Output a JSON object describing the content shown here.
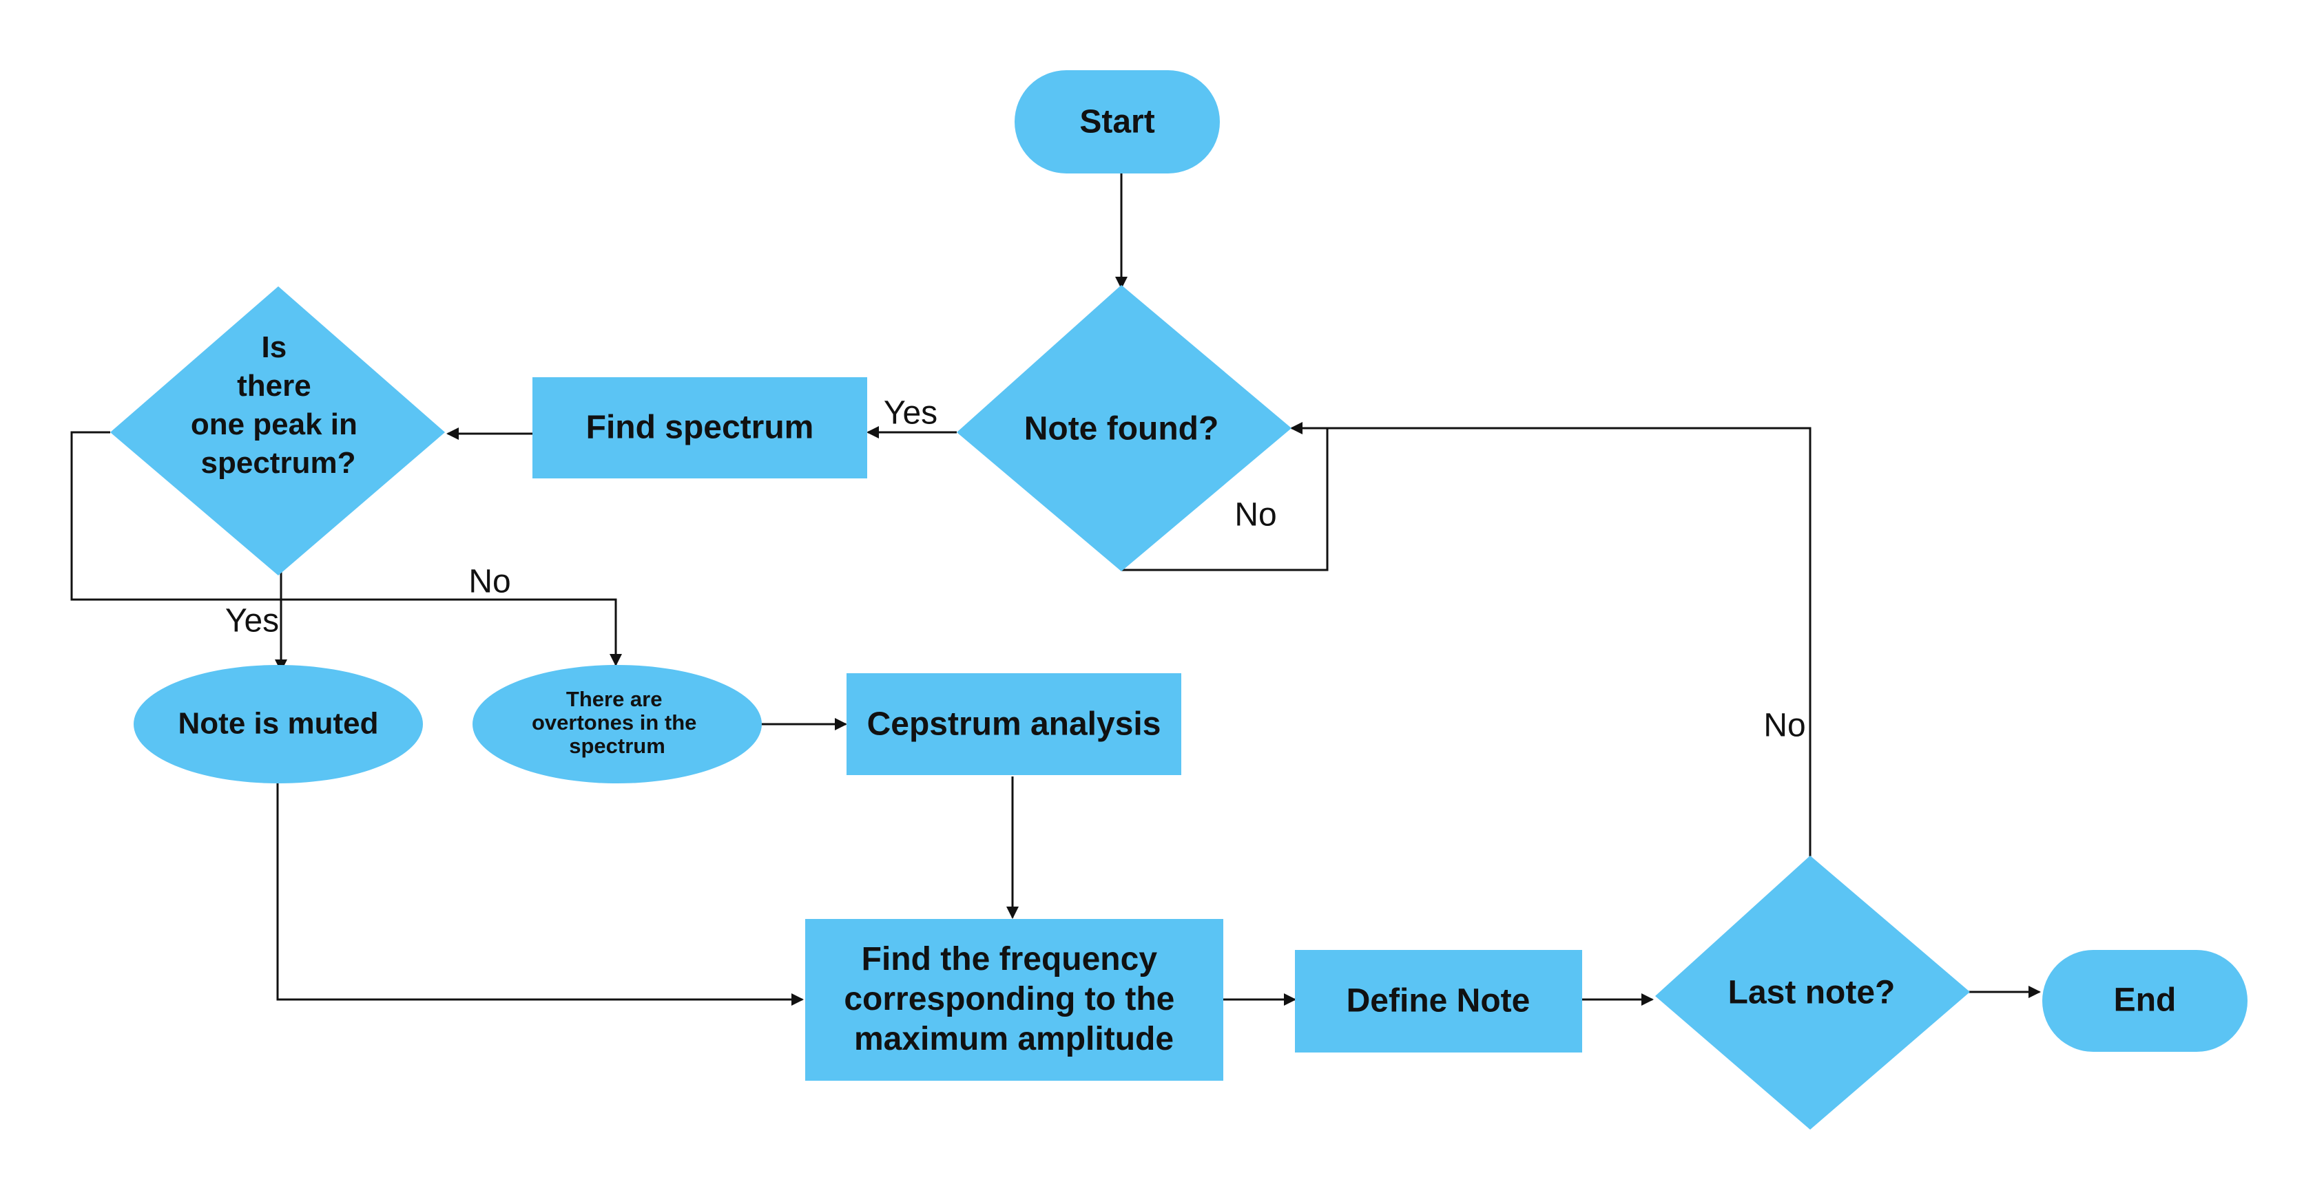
{
  "colors": {
    "shape_fill": "#5bc4f4",
    "line": "#111111",
    "text": "#111111",
    "background": "#ffffff"
  },
  "nodes": {
    "start": {
      "label": "Start",
      "shape": "terminal"
    },
    "note_found": {
      "label": "Note found?",
      "shape": "decision"
    },
    "find_spectrum": {
      "label": "Find spectrum",
      "shape": "process"
    },
    "one_peak": {
      "label_lines": [
        "Is",
        "there",
        "one peak in",
        "spectrum?"
      ],
      "shape": "decision"
    },
    "note_muted": {
      "label": "Note is muted",
      "shape": "ellipse"
    },
    "overtones": {
      "label_lines": [
        "There are",
        "overtones in the",
        "spectrum"
      ],
      "shape": "ellipse"
    },
    "cepstrum": {
      "label": "Cepstrum analysis",
      "shape": "process"
    },
    "find_frequency": {
      "label_lines": [
        "Find the frequency",
        "corresponding to the",
        "maximum amplitude"
      ],
      "shape": "process"
    },
    "define_note": {
      "label": "Define Note",
      "shape": "process"
    },
    "last_note": {
      "label": "Last note?",
      "shape": "decision"
    },
    "end": {
      "label": "End",
      "shape": "terminal"
    }
  },
  "edge_labels": {
    "note_found_yes": "Yes",
    "note_found_no": "No",
    "one_peak_yes": "Yes",
    "one_peak_no": "No",
    "last_note_no": "No"
  },
  "edges": [
    {
      "from": "start",
      "to": "note_found"
    },
    {
      "from": "note_found",
      "to": "find_spectrum",
      "label": "Yes"
    },
    {
      "from": "note_found",
      "to": "note_found",
      "label": "No"
    },
    {
      "from": "find_spectrum",
      "to": "one_peak"
    },
    {
      "from": "one_peak",
      "to": "note_muted",
      "label": "Yes"
    },
    {
      "from": "one_peak",
      "to": "overtones",
      "label": "No"
    },
    {
      "from": "overtones",
      "to": "cepstrum"
    },
    {
      "from": "cepstrum",
      "to": "find_frequency"
    },
    {
      "from": "note_muted",
      "to": "find_frequency"
    },
    {
      "from": "find_frequency",
      "to": "define_note"
    },
    {
      "from": "define_note",
      "to": "last_note"
    },
    {
      "from": "last_note",
      "to": "end"
    },
    {
      "from": "last_note",
      "to": "note_found",
      "label": "No"
    }
  ]
}
